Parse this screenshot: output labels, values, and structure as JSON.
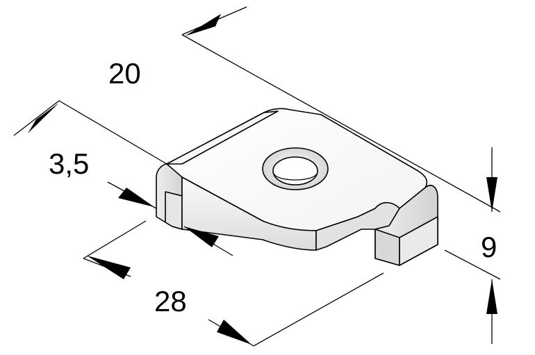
{
  "dimensions": {
    "length": "20",
    "thickness": "3,5",
    "width": "28",
    "height": "9"
  },
  "colors": {
    "stroke": "#000000",
    "face_light": "#ffffff",
    "face_mid": "#f1f1f1",
    "face_dark": "#d6d6d6"
  }
}
